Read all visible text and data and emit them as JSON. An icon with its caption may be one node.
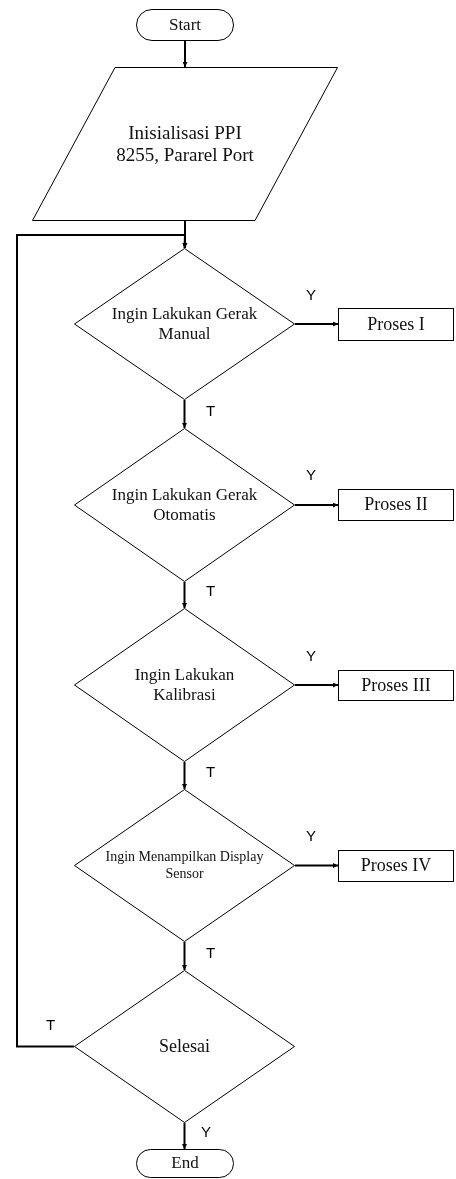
{
  "diagram": {
    "nodes": [
      {
        "text": [
          "Start"
        ]
      },
      {
        "text": [
          "Inisialisasi PPI 8255, Pararel Port"
        ]
      },
      {
        "text": [
          "Ingin Lakukan Gerak Manual"
        ]
      },
      {
        "text": [
          "Proses I"
        ]
      },
      {
        "text": [
          "Ingin Lakukan Gerak Otomatis"
        ]
      },
      {
        "text": [
          "Proses II"
        ]
      },
      {
        "text": [
          "Ingin Lakukan Kalibrasi"
        ]
      },
      {
        "text": [
          "Proses III"
        ]
      },
      {
        "text": [
          "Ingin Menampilkan Display Sensor"
        ]
      },
      {
        "text": [
          "Proses IV"
        ]
      },
      {
        "text": [
          "Selesai"
        ]
      },
      {
        "text": [
          "End"
        ]
      }
    ],
    "edges": [
      {
        "from": 0,
        "to": 1,
        "arrow": "to"
      },
      {
        "from": 1,
        "to": 2,
        "arrow": "to"
      },
      {
        "from": 2,
        "to": 3,
        "arrow": "to",
        "label": "Y"
      },
      {
        "from": 2,
        "to": 4,
        "arrow": "to",
        "label": "T"
      },
      {
        "from": 4,
        "to": 5,
        "arrow": "to",
        "label": "Y"
      },
      {
        "from": 4,
        "to": 6,
        "arrow": "to",
        "label": "T"
      },
      {
        "from": 6,
        "to": 7,
        "arrow": "to",
        "label": "Y"
      },
      {
        "from": 6,
        "to": 8,
        "arrow": "to",
        "label": "T"
      },
      {
        "from": 8,
        "to": 9,
        "arrow": "to",
        "label": "Y"
      },
      {
        "from": 8,
        "to": 10,
        "arrow": "to",
        "label": "T"
      },
      {
        "from": 10,
        "to": 2,
        "arrow": "to",
        "label": "T"
      },
      {
        "from": 10,
        "to": 11,
        "arrow": "to",
        "label": "Y"
      }
    ]
  }
}
